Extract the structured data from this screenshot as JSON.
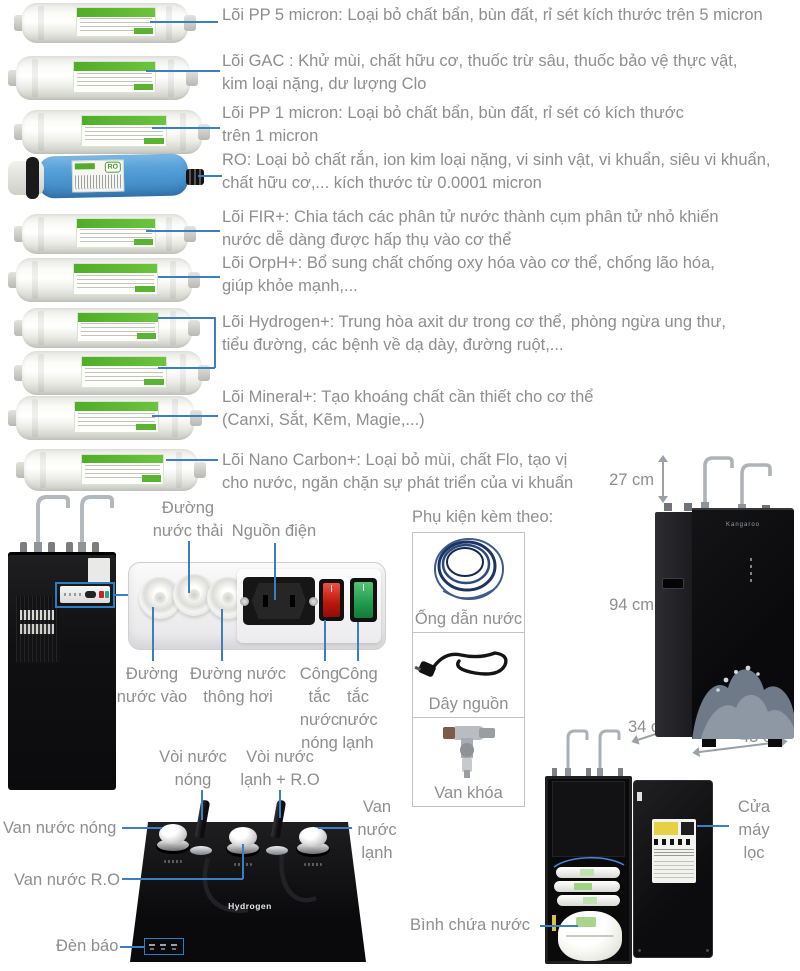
{
  "colors": {
    "label_text": "#8e8e8e",
    "connector_blue": "#3d7ec2",
    "filter_label_green": "#5bb431",
    "ro_blue": "#4b97d2",
    "switch_red": "#c41d12",
    "switch_green": "#2fa85c"
  },
  "filters": {
    "ro_badge": "RO",
    "rows": [
      {
        "name": "pp5",
        "lines": [
          "Lõi PP 5 micron: Loại bỏ chất bẩn, bùn đất, rỉ sét kích thước trên 5 micron"
        ]
      },
      {
        "name": "gac",
        "lines": [
          "Lõi GAC : Khử mùi, chất hữu cơ, thuốc trừ sâu, thuốc bảo vệ thực vật,",
          "kim loại nặng, dư lượng Clo"
        ]
      },
      {
        "name": "pp1",
        "lines": [
          "Lõi PP 1 micron: Loại bỏ chất bẩn, bùn đất, rỉ sét có kích thước",
          "trên 1 micron"
        ]
      },
      {
        "name": "ro",
        "lines": [
          "RO: Loại bỏ chất rắn, ion kim loại nặng, vi sinh vật, vi khuẩn, siêu vi khuẩn,",
          "chất hữu cơ,... kích thước từ 0.0001 micron"
        ]
      },
      {
        "name": "fir",
        "lines": [
          "Lõi FIR+: Chia tách các phân tử nước thành cụm phân tử nhỏ khiến",
          "nước dễ dàng được hấp thụ vào cơ thể"
        ]
      },
      {
        "name": "orph",
        "lines": [
          "Lõi OrpH+: Bổ sung chất chống oxy hóa vào cơ thể, chống lão hóa,",
          "giúp khỏe mạnh,..."
        ]
      },
      {
        "name": "hydrogen",
        "lines": [
          "Lõi Hydrogen+: Trung hòa axit dư trong cơ thể, phòng ngừa ung thư,",
          "tiểu đường, các bệnh về dạ dày, đường ruột,..."
        ]
      },
      {
        "name": "mineral",
        "lines": [
          "Lõi Mineral+: Tạo khoáng chất cần thiết cho cơ thể",
          "(Canxi, Sắt, Kẽm, Magie,...)"
        ]
      },
      {
        "name": "nano_carbon",
        "lines": [
          "Lõi Nano Carbon+: Loại bỏ mùi, chất Flo, tạo vị",
          "cho nước, ngăn chặn sự phát triển của vi khuẩn"
        ]
      }
    ]
  },
  "back_section": {
    "waste_label": "Đường nước thải",
    "power_label": "Nguồn điện",
    "inlet_label": "Đường nước vào",
    "vent_label": "Đường nước thông hơi",
    "hot_switch_label": "Công tắc nước nóng",
    "cold_switch_label": "Công tắc nước lạnh"
  },
  "accessories": {
    "title": "Phụ kiện kèm theo:",
    "items": [
      {
        "label": "Ống dẫn nước"
      },
      {
        "label": "Dây nguồn"
      },
      {
        "label": "Van khóa"
      }
    ]
  },
  "dimensions": {
    "spout_height": "27 cm",
    "body_height": "94 cm",
    "depth": "34 cm",
    "width": "43 cm"
  },
  "cabinet": {
    "brand": "Kangaroo"
  },
  "top_view": {
    "hot_faucet_label": "Vòi nước nóng",
    "cold_ro_faucet_label": "Vòi nước lạnh + R.O",
    "hot_valve_label": "Van nước nóng",
    "ro_valve_label": "Van nước R.O",
    "cold_valve_label": "Van nước lạnh",
    "indicator_label": "Đèn báo",
    "surface_logo": "Hydrogen"
  },
  "open_view": {
    "door_label": "Cửa máy lọc",
    "tank_label": "Bình chứa nước"
  }
}
